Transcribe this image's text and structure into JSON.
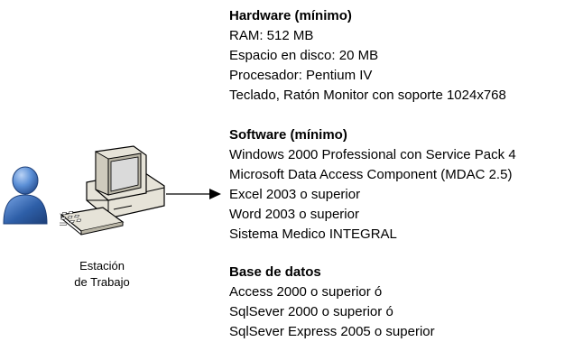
{
  "workstation": {
    "user_icon": "user-icon",
    "computer_icon": "desktop-computer-icon",
    "label_line1": "Estación",
    "label_line2": "de Trabajo"
  },
  "hardware": {
    "heading": "Hardware (mínimo)",
    "items": [
      "RAM: 512 MB",
      "Espacio en disco: 20 MB",
      "Procesador: Pentium IV",
      "Teclado, Ratón Monitor con soporte 1024x768"
    ]
  },
  "software": {
    "heading": "Software (mínimo)",
    "items": [
      "Windows 2000 Professional con Service Pack 4",
      "Microsoft Data Access Component (MDAC 2.5)",
      "Excel 2003 o superior",
      "Word 2003 o superior",
      "Sistema Medico INTEGRAL"
    ]
  },
  "database": {
    "heading": "Base de datos",
    "items": [
      "Access 2000 o superior ó",
      "SqlSever 2000 o superior ó",
      "SqlSever Express 2005 o superior"
    ]
  },
  "colors": {
    "user_body": "#2e5fa8",
    "user_highlight": "#8fb4ea",
    "computer_beige": "#e6e3d8",
    "computer_shade": "#b9b5a6",
    "screen": "#dadada",
    "arrow": "#000000"
  }
}
